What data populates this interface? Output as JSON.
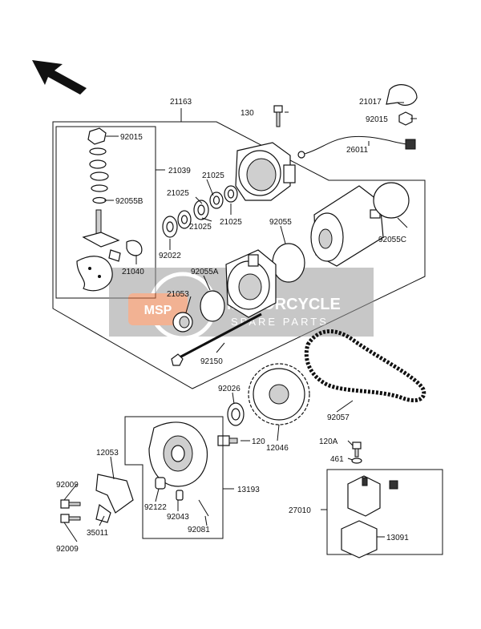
{
  "watermark": {
    "badge": "MSP",
    "line1": "MOTORCYCLE",
    "line2": "SPARE PARTS",
    "colors": {
      "grey": "#9a9a9a",
      "orange": "#e8743b"
    }
  },
  "parts": {
    "p21163": "21163",
    "p130": "130",
    "p21017": "21017",
    "p92015_top": "92015",
    "p26011": "26011",
    "p92015_left": "92015",
    "p21039": "21039",
    "p92055B": "92055B",
    "p21040": "21040",
    "p21025_a": "21025",
    "p21025_b": "21025",
    "p21025_c": "21025",
    "p21025_d": "21025",
    "p92022": "92022",
    "p92055": "92055",
    "p92055C": "92055C",
    "p92055A": "92055A",
    "p21053": "21053",
    "p92150": "92150",
    "p92026": "92026",
    "p92057": "92057",
    "p120": "120",
    "p12046": "12046",
    "p12053": "12053",
    "p92009_a": "92009",
    "p92009_b": "92009",
    "p35011": "35011",
    "p92122": "92122",
    "p92043": "92043",
    "p92081": "92081",
    "p13193": "13193",
    "p120A": "120A",
    "p461": "461",
    "p27010": "27010",
    "p13091": "13091"
  }
}
